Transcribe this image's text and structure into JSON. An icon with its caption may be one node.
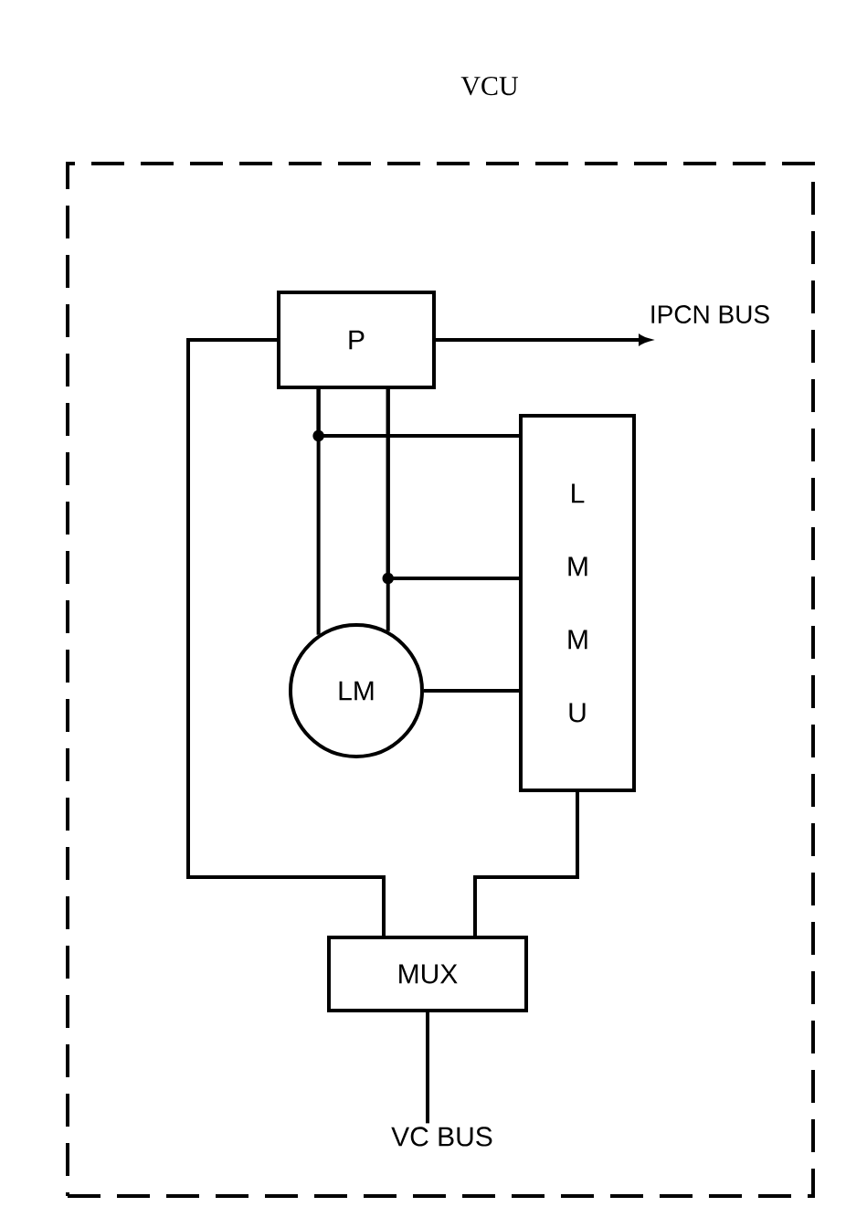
{
  "diagram": {
    "nodes": [
      {
        "text": [
          "VCU"
        ]
      },
      {
        "text": [
          "P"
        ],
        "in": 0
      },
      {
        "text": [
          "L M M U"
        ],
        "in": 0
      },
      {
        "text": [
          "LM"
        ],
        "in": 0
      },
      {
        "text": [
          "MUX"
        ],
        "in": 0
      },
      {
        "text": [
          "VC BUS"
        ],
        "in": 0
      }
    ],
    "edges": [
      {
        "from": 1,
        "to": null,
        "arrow": "to",
        "label": "IPCN BUS"
      },
      {
        "from": 1,
        "to": 3,
        "arrow": "none"
      },
      {
        "from": 1,
        "to": 3,
        "arrow": "none"
      },
      {
        "from": 2,
        "to": 1,
        "arrow": "none"
      },
      {
        "from": 2,
        "to": 1,
        "arrow": "none"
      },
      {
        "from": 3,
        "to": 2,
        "arrow": "none"
      },
      {
        "from": 1,
        "to": 4,
        "arrow": "none"
      },
      {
        "from": 2,
        "to": 4,
        "arrow": "none"
      },
      {
        "from": 4,
        "to": 5,
        "arrow": "none"
      }
    ]
  }
}
